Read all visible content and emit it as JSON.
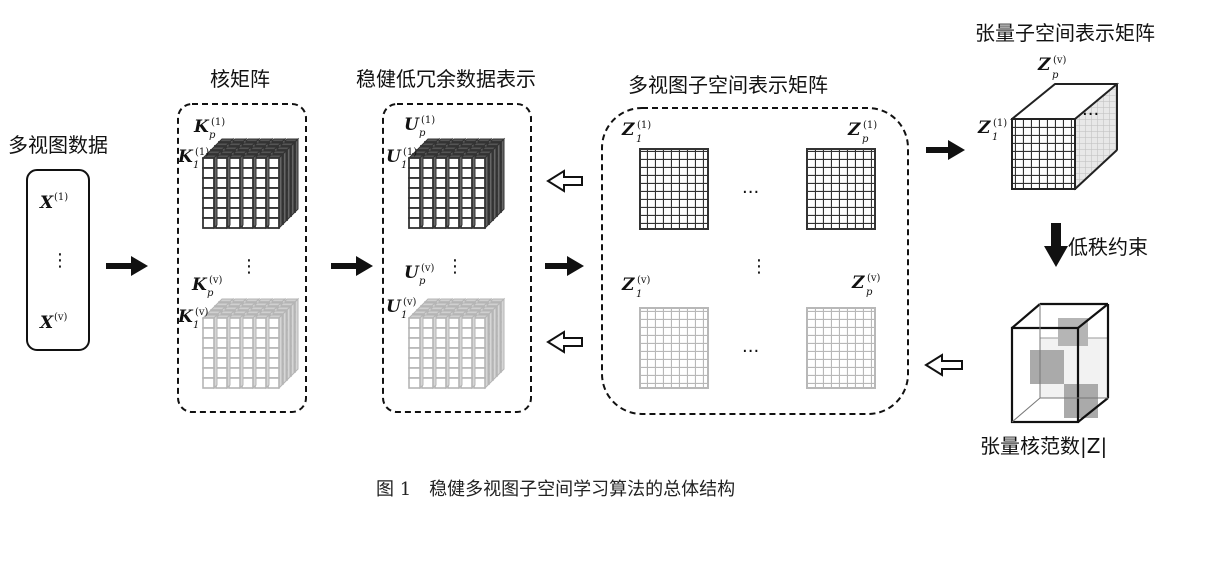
{
  "labels": {
    "input_data": "多视图数据",
    "kernel_matrix": "核矩阵",
    "low_redundancy": "稳健低冗余数据表示",
    "subspace_matrix": "多视图子空间表示矩阵",
    "tensor_matrix": "张量子空间表示矩阵",
    "low_rank": "低秩约束",
    "tensor_norm": "张量核范数|Z|"
  },
  "math": {
    "X": "X",
    "K": "K",
    "U": "U",
    "Z": "Z",
    "sup_1": "(1)",
    "sup_v": "(v)",
    "sub_1": "1",
    "sub_p": "p",
    "vdots": "⋮",
    "hdots": "···"
  },
  "caption": "图 1　稳健多视图子空间学习算法的总体结构"
}
